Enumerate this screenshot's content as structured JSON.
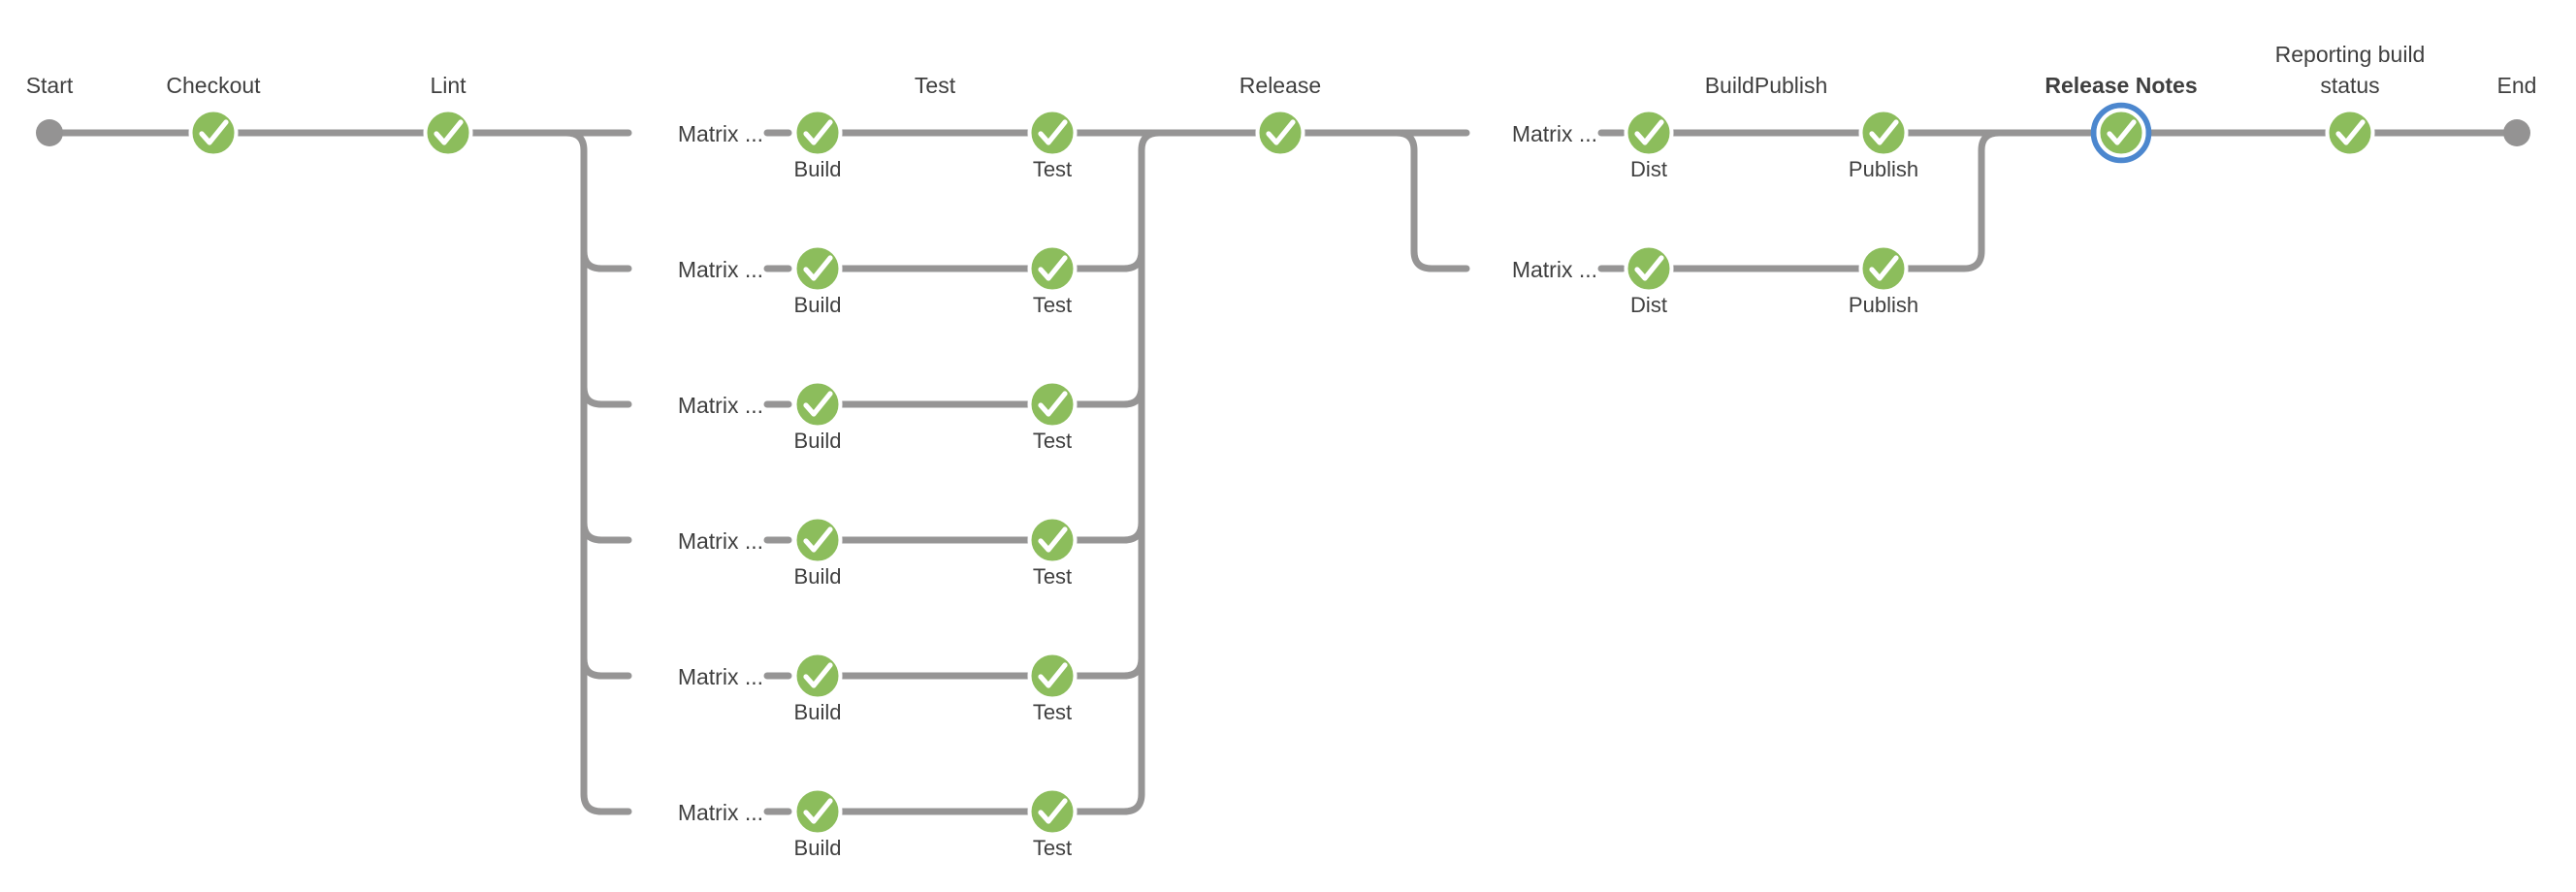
{
  "colors": {
    "success_green": "#8CBD5C",
    "connector_gray": "#969595",
    "terminal_gray": "#949393",
    "text_dark": "#3F3F3F",
    "selected_ring_blue": "#4C87CE"
  },
  "pipeline": {
    "start": {
      "label": "Start"
    },
    "end": {
      "label": "End"
    },
    "stages": {
      "checkout": {
        "label": "Checkout",
        "status": "success"
      },
      "lint": {
        "label": "Lint",
        "status": "success"
      },
      "test": {
        "label": "Test",
        "status": "success",
        "branches": [
          {
            "label": "Matrix ...",
            "steps": [
              {
                "label": "Build",
                "status": "success"
              },
              {
                "label": "Test",
                "status": "success"
              }
            ]
          },
          {
            "label": "Matrix ...",
            "steps": [
              {
                "label": "Build",
                "status": "success"
              },
              {
                "label": "Test",
                "status": "success"
              }
            ]
          },
          {
            "label": "Matrix ...",
            "steps": [
              {
                "label": "Build",
                "status": "success"
              },
              {
                "label": "Test",
                "status": "success"
              }
            ]
          },
          {
            "label": "Matrix ...",
            "steps": [
              {
                "label": "Build",
                "status": "success"
              },
              {
                "label": "Test",
                "status": "success"
              }
            ]
          },
          {
            "label": "Matrix ...",
            "steps": [
              {
                "label": "Build",
                "status": "success"
              },
              {
                "label": "Test",
                "status": "success"
              }
            ]
          },
          {
            "label": "Matrix ...",
            "steps": [
              {
                "label": "Build",
                "status": "success"
              },
              {
                "label": "Test",
                "status": "success"
              }
            ]
          }
        ]
      },
      "release": {
        "label": "Release",
        "status": "success"
      },
      "buildpublish": {
        "label": "BuildPublish",
        "status": "success",
        "branches": [
          {
            "label": "Matrix ...",
            "steps": [
              {
                "label": "Dist",
                "status": "success"
              },
              {
                "label": "Publish",
                "status": "success"
              }
            ]
          },
          {
            "label": "Matrix ...",
            "steps": [
              {
                "label": "Dist",
                "status": "success"
              },
              {
                "label": "Publish",
                "status": "success"
              }
            ]
          }
        ]
      },
      "release_notes": {
        "label": "Release Notes",
        "status": "success",
        "selected": true
      },
      "reporting": {
        "label_lines": [
          "Reporting build",
          "status"
        ],
        "status": "success"
      }
    }
  }
}
